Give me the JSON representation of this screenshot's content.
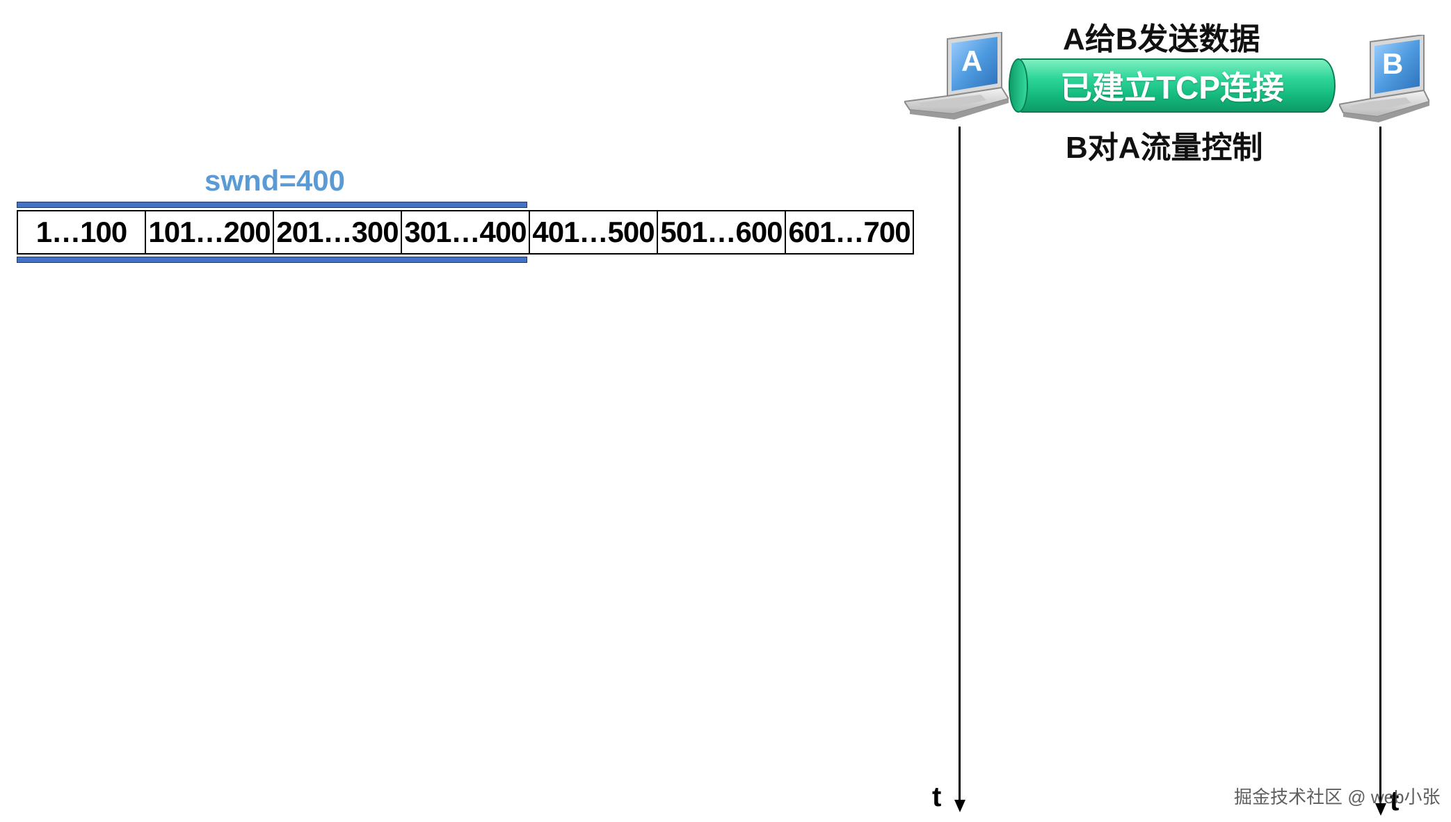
{
  "window": {
    "label": "swnd=400",
    "color": "#5b9bd5",
    "bar_color": "#4472c4",
    "covered_segments": 4
  },
  "segments": [
    "1…100",
    "101…200",
    "201…300",
    "301…400",
    "401…500",
    "501…600",
    "601…700"
  ],
  "header": {
    "top": "A给B发送数据",
    "connection": "已建立TCP连接",
    "bottom": "B对A流量控制"
  },
  "hosts": {
    "a": "A",
    "b": "B"
  },
  "timeline": {
    "a_label": "t",
    "b_label": "t"
  },
  "watermark": "掘金技术社区 @ web小张",
  "colors": {
    "tube": "#14b97d",
    "laptop_screen": "#4f9be0"
  }
}
